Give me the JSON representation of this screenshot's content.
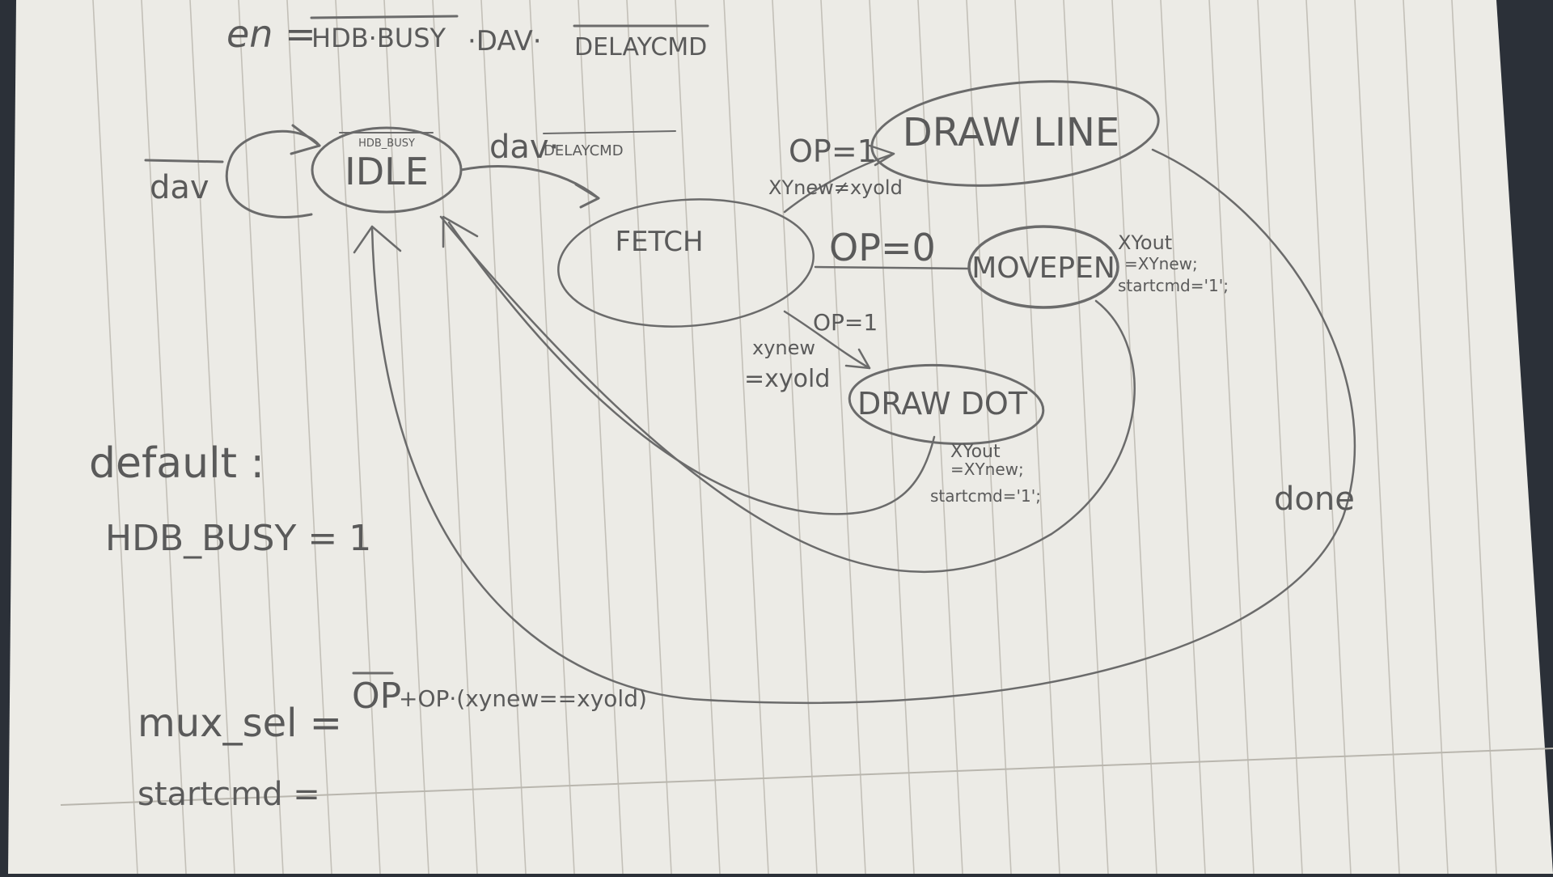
{
  "colors": {
    "background": "#2b3038",
    "paper": "#ecebe6",
    "rule_line": "#b9b6ae",
    "pencil": "#6b6b6b"
  },
  "equations": {
    "en_prefix": "en =",
    "en_term1": "HDB·BUSY",
    "en_mid": "·DAV·",
    "en_term2": "DELAYCMD",
    "default_label": "default :",
    "default_value": "HDB_BUSY = 1",
    "mux_prefix": "mux_sel =",
    "mux_op_bar": "OP",
    "mux_rest": "+OP·(xynew==xyold)",
    "startcmd_label": "startcmd ="
  },
  "states": {
    "idle": {
      "label": "IDLE",
      "note": "HDB_BUSY"
    },
    "fetch": {
      "label": "FETCH"
    },
    "draw_line": {
      "label": "DRAW LINE"
    },
    "move_pen": {
      "label": "MOVEPEN",
      "action_1": "XYout",
      "action_2": "=XYnew;",
      "action_3": "startcmd='1';"
    },
    "draw_dot": {
      "label": "DRAW DOT",
      "action_1": "XYout",
      "action_2": "=XYnew;",
      "action_3": "startcmd='1';"
    }
  },
  "transitions": {
    "dav_self_loop": "dav",
    "idle_to_fetch_pre": "dav·",
    "idle_to_fetch_bar": "DELAYCMD",
    "to_draw_line_cond": "OP=1",
    "to_draw_line_guard": "XYnew≠xyold",
    "to_move_pen_cond": "OP=0",
    "to_draw_dot_cond": "OP=1",
    "to_draw_dot_guard_1": "xynew",
    "to_draw_dot_guard_2": "=xyold",
    "done_label": "done"
  }
}
